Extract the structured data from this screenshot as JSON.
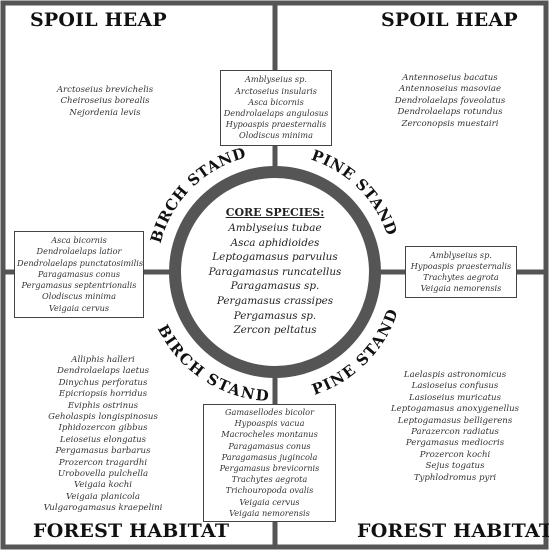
{
  "headings": {
    "top_left": "SPOIL HEAP",
    "top_right": "SPOIL HEAP",
    "bottom_left": "FOREST HABITAT",
    "bottom_right": "FOREST HABITAT"
  },
  "ring_labels": {
    "upper_left": "BIRCH STAND",
    "upper_right": "PINE STAND",
    "lower_left": "BIRCH STAND",
    "lower_right": "PINE STAND"
  },
  "core": {
    "title": "CORE SPECIES:",
    "species": [
      "Amblyseius tubae",
      "Asca aphidioides",
      "Leptogamasus parvulus",
      "Paragamasus runcatellus",
      "Paragamasus sp.",
      "Pergamasus crassipes",
      "Pergamasus sp.",
      "Zercon peltatus"
    ]
  },
  "quadrants": {
    "top_left": [
      "Arctoseius brevichelis",
      "Cheiroseius borealis",
      "Nejordenia levis"
    ],
    "top_right": [
      "Antennoseius bacatus",
      "Antennoseius masoviae",
      "Dendrolaelaps foveolatus",
      "Dendrolaelaps rotundus",
      "Zerconopsis muestairi"
    ],
    "bottom_left": [
      "Alliphis halleri",
      "Dendrolaelaps laetus",
      "Dinychus perforatus",
      "Epicriopsis horridus",
      "Eviphis ostrinus",
      "Geholaspis longispinosus",
      "Iphidozercon gibbus",
      "Leioseius elongatus",
      "Pergamasus barbarus",
      "Prozercon tragardhi",
      "Urobovella pulchella",
      "Veigaia kochi",
      "Veigaia planicola",
      "Vulgarogamasus kraepelini"
    ],
    "bottom_right": [
      "Laelaspis astronomicus",
      "Lasioseius confusus",
      "Lasioseius muricatus",
      "Leptogamasus anoxygenellus",
      "Leptogamasus belligerens",
      "Parazercon radiatus",
      "Pergamasus mediocris",
      "Prozercon kochi",
      "Sejus togatus",
      "Typhlodromus pyri"
    ]
  },
  "boxes": {
    "top": [
      "Amblyseius sp.",
      "Arctoseius insularis",
      "Asca bicornis",
      "Dendrolaelaps angulosus",
      "Hypoaspis praesternalis",
      "Olodiscus minima"
    ],
    "left": [
      "Asca bicornis",
      "Dendrolaelaps latior",
      "Dendrolaelaps punctatosimilis",
      "Paragamasus conus",
      "Pergamasus septentrionalis",
      "Olodiscus minima",
      "Veigaia cervus"
    ],
    "right": [
      "Amblyseius sp.",
      "Hypoaspis praesternalis",
      "Trachytes aegrota",
      "Veigaia nemorensis"
    ],
    "bottom": [
      "Gamasellodes bicolor",
      "Hypoaspis vacua",
      "Macrocheles montanus",
      "Paragamasus conus",
      "Paragamasus jugincola",
      "Pergamasus brevicornis",
      "Trachytes aegrota",
      "Trichouropoda ovalis",
      "Veigaia cervus",
      "Veigaia nemorensis"
    ]
  },
  "colors": {
    "frame": "#555555",
    "ring": "#555555",
    "text": "#222222",
    "background": "#ffffff"
  }
}
